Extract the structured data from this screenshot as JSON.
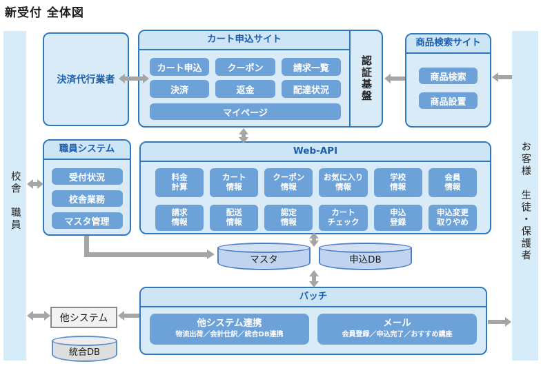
{
  "title": "新受付 全体図",
  "colors": {
    "panel_fill": "#daebf8",
    "panel_border": "#2e79bd",
    "header_text": "#1b5fae",
    "button_blue": "#6da2d9",
    "bar_blue": "#d7ecf9",
    "arrow_gray": "#a5a5a5",
    "cylinder_fill": "#c0d4f0",
    "cylinder_border": "#4e7fc4"
  },
  "actors": {
    "left_bar": "校舎　職員",
    "right_bar": "お客様　生徒・保護者"
  },
  "payment_agent": {
    "label": "決済代行業者"
  },
  "cart_site": {
    "header": "カート申込サイト",
    "buttons": [
      "カート申込",
      "クーポン",
      "請求一覧",
      "決済",
      "返金",
      "配達状況",
      "マイページ"
    ]
  },
  "auth_base": {
    "label": "認証基盤"
  },
  "product_site": {
    "header": "商品検索サイト",
    "buttons": [
      "商品検索",
      "商品設置"
    ]
  },
  "staff_system": {
    "header": "職員システム",
    "buttons": [
      "受付状況",
      "校舎業務",
      "マスタ管理"
    ]
  },
  "web_api": {
    "header": "Web-API",
    "row1": [
      "料金\n計算",
      "カート\n情報",
      "クーポン\n情報",
      "お気に入り\n情報",
      "学校\n情報",
      "会員\n情報"
    ],
    "row2": [
      "請求\n情報",
      "配送\n情報",
      "認定\n情報",
      "カート\nチェック",
      "申込\n登録",
      "申込変更\n取りやめ"
    ]
  },
  "databases": {
    "master": "マスタ",
    "application": "申込DB",
    "integrated": "統合DB"
  },
  "batch": {
    "header": "バッチ",
    "jobs": [
      {
        "title": "他システム連携",
        "subtitle": "物流出荷／会計仕訳／統合DB連携"
      },
      {
        "title": "メール",
        "subtitle": "会員登録／申込完了／おすすめ講座"
      }
    ]
  },
  "other_system": {
    "label": "他システム"
  }
}
